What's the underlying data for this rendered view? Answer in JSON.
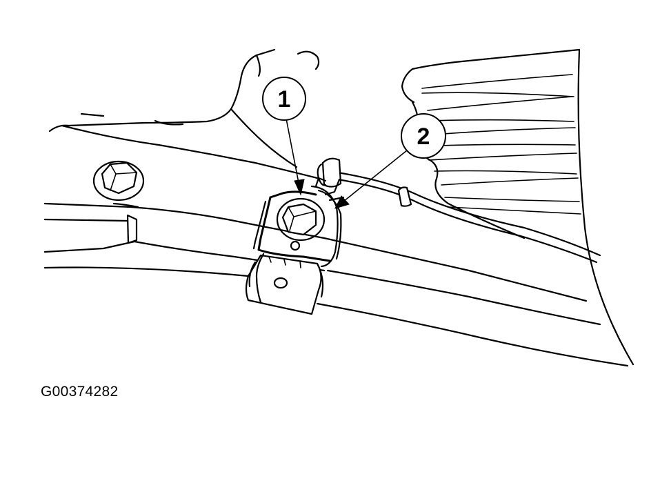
{
  "callouts": [
    {
      "id": "1"
    },
    {
      "id": "2"
    }
  ],
  "figure_id": "G00374282",
  "colors": {
    "ink": "#000000",
    "background": "#ffffff"
  }
}
